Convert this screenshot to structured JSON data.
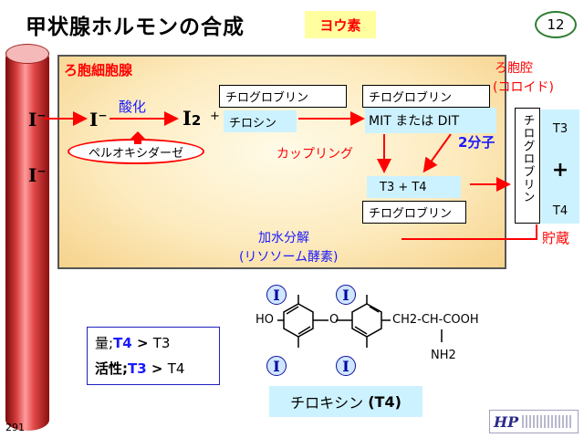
{
  "title": "甲状腺ホルモンの合成",
  "tag": "ヨウ素",
  "page_badge": "12",
  "cell_label": "ろ胞細胞腺",
  "colloid_label_1": "ろ胞腔",
  "colloid_label_2": "(コロイド)",
  "iodide_1": "I",
  "iodide_2": "I",
  "iodide_3": "I",
  "iodide_charge": "−",
  "oxidation": "酸化",
  "enzyme": "ペルオキシダーゼ",
  "i2": "I",
  "i2_sub": "2",
  "plus": "+",
  "thyroglobulin": "チログロブリン",
  "tyrosine": "チロシン",
  "mit_dit": "MIT または DIT",
  "coupling": "カップリング",
  "two_molecules": "2分子",
  "t3_plus_t4": "T3 +  T4",
  "vertical_tg": "チログロブリン",
  "t3": "T3",
  "t4": "T4",
  "storage": "貯蔵",
  "hydrolysis_1": "加水分解",
  "hydrolysis_2": "(リソソーム酵素)",
  "amount_prefix": "量;",
  "amount_t4": "T4",
  "amount_gt": " > ",
  "amount_t3": "T3",
  "activity_prefix": "活性;",
  "activity_t3": "T3",
  "activity_gt": " > ",
  "activity_t4": "T4",
  "structure": {
    "iodine": "I",
    "ho": "HO",
    "oxygen": "O",
    "chain": "CH2-CH-COOH",
    "nh2": "NH2"
  },
  "thyroxine_label": "チロキシン",
  "thyroxine_abbr": "(T4)",
  "slide_number": "291",
  "publisher_logo": "HP",
  "colors": {
    "red": "#ff0000",
    "blue": "#1a1aff",
    "cyan_box": "#cdf2ff",
    "yellow_tag": "#ffffa0"
  }
}
